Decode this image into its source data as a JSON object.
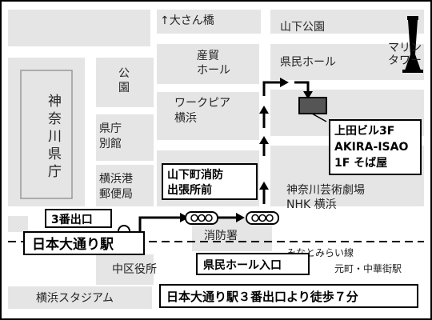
{
  "map": {
    "labels": {
      "osanbashi": "↑大さん橋",
      "yamashita_park": "山下公園",
      "marine_tower": "マリン\nタワー",
      "sanbo_hall": "産貿\nホール",
      "kenmin_hall": "県民ホール",
      "park": "公\n園",
      "kanagawa_pref": "神\n奈\n川\n県\n庁",
      "pref_annex": "県庁\n別館",
      "workpia": "ワークピア\n横浜",
      "yokohama_post": "横浜港\n郵便局",
      "art_theater": "神奈川芸術劇場\nNHK 横浜",
      "fire_station": "消防署",
      "minatomirai_line": "みなとみらい線",
      "naka_ward": "中区役所",
      "motomachi": "元町・中華街駅",
      "stadium": "横浜スタジアム"
    },
    "callouts": {
      "destination": "上田ビル3F\nAKIRA-ISAO\n1F そば屋",
      "fire_branch": "山下町消防\n出張所前",
      "exit3": "3番出口",
      "station": "日本大通り駅",
      "hall_entrance": "県民ホール入口",
      "directions": "日本大通り駅３番出口より徒歩７分"
    },
    "icons": {
      "tower": "marine-tower-icon",
      "signal": "traffic-light-icon"
    }
  }
}
